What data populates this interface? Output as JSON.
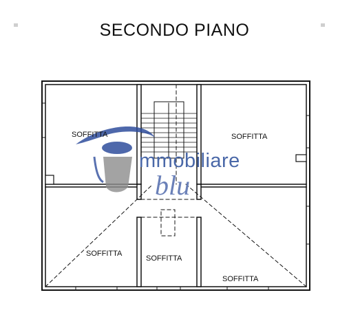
{
  "title": "SECONDO PIANO",
  "rooms": [
    {
      "id": "top-left",
      "label": "SOFFITTA"
    },
    {
      "id": "top-right",
      "label": "SOFFITTA"
    },
    {
      "id": "bottom-left",
      "label": "SOFFITTA"
    },
    {
      "id": "bottom-center",
      "label": "SOFFITTA"
    },
    {
      "id": "bottom-right",
      "label": "SOFFITTA"
    }
  ],
  "watermark": {
    "name": "mmobiliare",
    "script": "blu",
    "colors": {
      "primary": "#2f4d9c",
      "secondary": "#4a68a8",
      "grey": "#8c8c8c"
    }
  },
  "colors": {
    "wall": "#111111",
    "background": "#ffffff"
  }
}
